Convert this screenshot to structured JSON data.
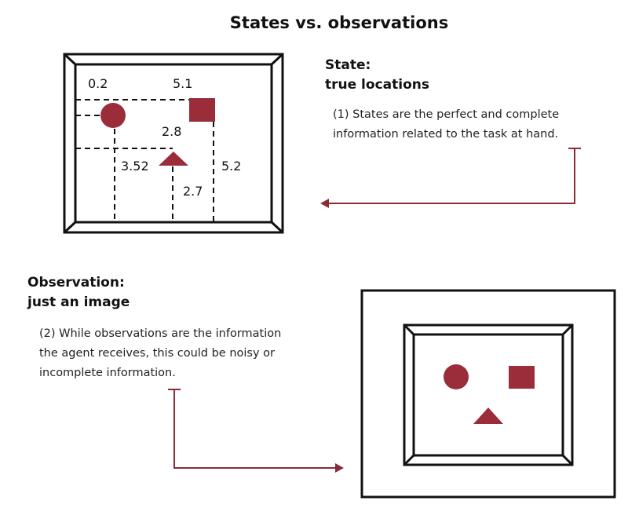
{
  "title": "States vs. observations",
  "colors": {
    "shape": "#9b2d3b",
    "arrow": "#8b2b35",
    "line": "#111111"
  },
  "state": {
    "heading_line1": "State:",
    "heading_line2": "true locations",
    "measurements": {
      "circle_x": "0.2",
      "square_x": "5.1",
      "triangle_height": "2.8",
      "circle_y": "3.52",
      "square_y": "5.2",
      "triangle_y": "2.7"
    },
    "note_line1": "(1) States are the perfect and complete",
    "note_line2": "information related to the task at hand."
  },
  "observation": {
    "heading_line1": "Observation:",
    "heading_line2": "just an image",
    "note_line1": "(2) While observations are the information",
    "note_line2": "the agent receives, this could be noisy or",
    "note_line3": "incomplete information."
  },
  "shapes": [
    "circle",
    "square",
    "triangle"
  ]
}
